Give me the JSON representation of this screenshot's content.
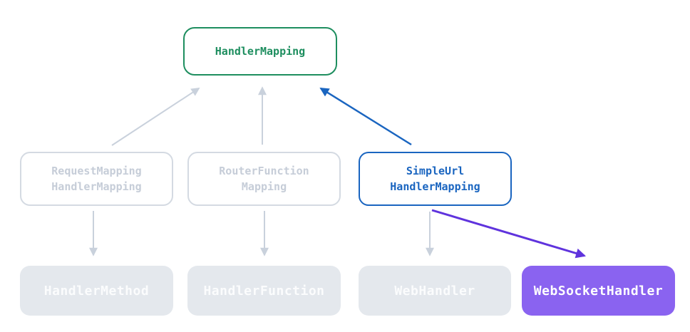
{
  "nodes": {
    "handler_mapping": {
      "label": "HandlerMapping"
    },
    "request_mapping_handler_mapping": {
      "line1": "RequestMapping",
      "line2": "HandlerMapping"
    },
    "router_function_mapping": {
      "line1": "RouterFunction",
      "line2": "Mapping"
    },
    "simple_url_handler_mapping": {
      "line1": "SimpleUrl",
      "line2": "HandlerMapping"
    },
    "handler_method": {
      "label": "HandlerMethod"
    },
    "handler_function": {
      "label": "HandlerFunction"
    },
    "web_handler": {
      "label": "WebHandler"
    },
    "web_socket_handler": {
      "label": "WebSocketHandler"
    }
  },
  "edges": [
    {
      "from": "RequestMappingHandlerMapping",
      "to": "HandlerMapping",
      "color": "gray"
    },
    {
      "from": "RouterFunctionMapping",
      "to": "HandlerMapping",
      "color": "gray"
    },
    {
      "from": "SimpleUrlHandlerMapping",
      "to": "HandlerMapping",
      "color": "blue"
    },
    {
      "from": "RequestMappingHandlerMapping",
      "to": "HandlerMethod",
      "color": "gray"
    },
    {
      "from": "RouterFunctionMapping",
      "to": "HandlerFunction",
      "color": "gray"
    },
    {
      "from": "SimpleUrlHandlerMapping",
      "to": "WebHandler",
      "color": "gray"
    },
    {
      "from": "SimpleUrlHandlerMapping",
      "to": "WebSocketHandler",
      "color": "purple"
    }
  ],
  "colors": {
    "green": "#1e8e5f",
    "blue": "#1a65c0",
    "purple_fill": "#8a63f0",
    "purple_arrow": "#5f33dd",
    "gray_border": "#d4dae2",
    "gray_text": "#c6cdd8",
    "gray_fill": "#e4e8ed",
    "gray_arrow": "#c9d1dc",
    "background": "#ffffff"
  }
}
